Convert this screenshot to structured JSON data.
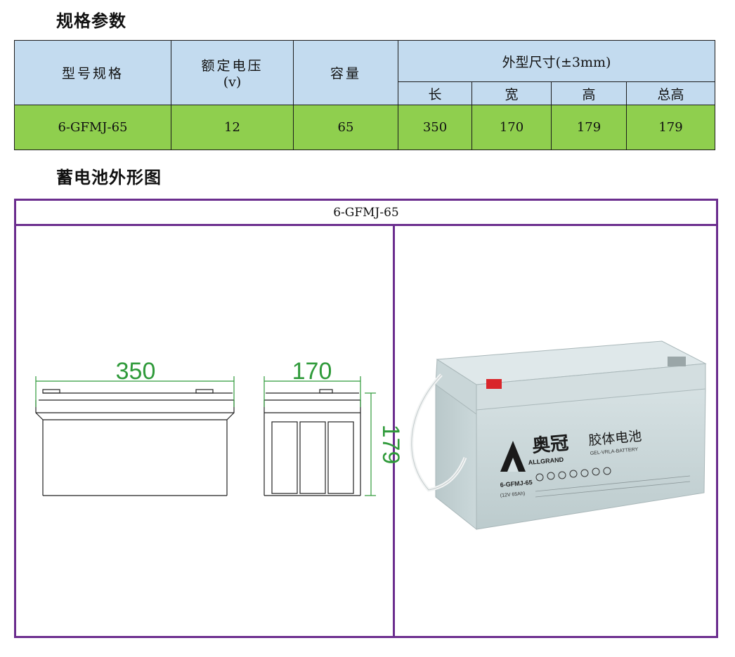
{
  "headings": {
    "spec": "规格参数",
    "figure": "蓄电池外形图"
  },
  "table": {
    "col_model": "型号规格",
    "col_voltage_line1": "额定电压",
    "col_voltage_line2": "(v)",
    "col_capacity": "容量",
    "col_dimensions": "外型尺寸(±3mm)",
    "sub_length": "长",
    "sub_width": "宽",
    "sub_height": "高",
    "sub_total_height": "总高",
    "row": {
      "model": "6-GFMJ-65",
      "voltage": "12",
      "capacity": "65",
      "length": "350",
      "width": "170",
      "height": "179",
      "total_height": "179"
    }
  },
  "figure": {
    "title": "6-GFMJ-65",
    "drawing_length": "350",
    "drawing_width": "170",
    "drawing_height": "179",
    "battery_brand_cn": "奥冠",
    "battery_brand_en": "ALLGRAND",
    "battery_type_cn": "胶体电池",
    "battery_type_en": "GEL-VRLA-BATTERY",
    "battery_model": "6-GFMJ-65",
    "battery_rating": "(12V 65Ah)",
    "colors": {
      "frame": "#6b2d8e",
      "header_fill": "#c3dbef",
      "row_fill": "#8fcf4e",
      "dimension_line": "#2f9a3a"
    }
  }
}
